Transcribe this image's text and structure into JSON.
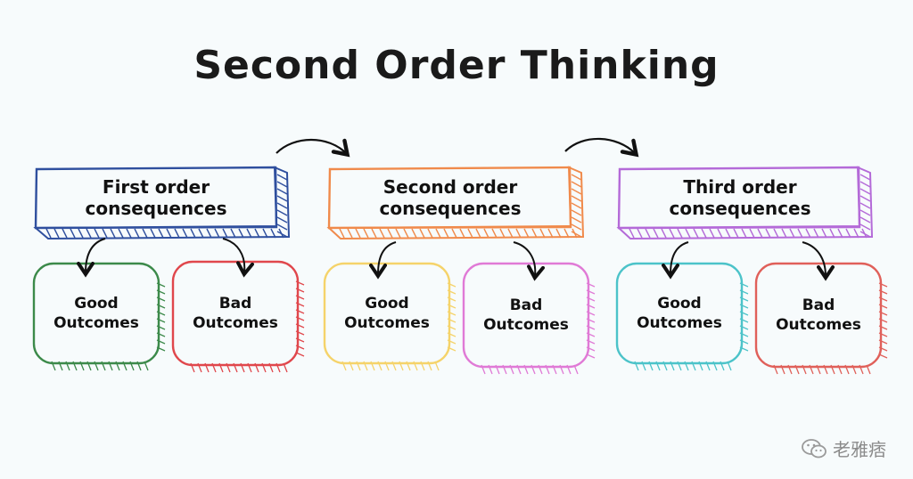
{
  "title": "Second Order Thinking",
  "stages": [
    {
      "label_line1": "First order",
      "label_line2": "consequences",
      "color": "#2f4f9e",
      "good": {
        "line1": "Good",
        "line2": "Outcomes",
        "color": "#3c8a4a"
      },
      "bad": {
        "line1": "Bad",
        "line2": "Outcomes",
        "color": "#e0474c"
      }
    },
    {
      "label_line1": "Second order",
      "label_line2": "consequences",
      "color": "#f08a4b",
      "good": {
        "line1": "Good",
        "line2": "Outcomes",
        "color": "#f5d36a"
      },
      "bad": {
        "line1": "Bad",
        "line2": "Outcomes",
        "color": "#e07ad6"
      }
    },
    {
      "label_line1": "Third order",
      "label_line2": "consequences",
      "color": "#b46ad8",
      "good": {
        "line1": "Good",
        "line2": "Outcomes",
        "color": "#4cc3c9"
      },
      "bad": {
        "line1": "Bad",
        "line2": "Outcomes",
        "color": "#e0605a"
      }
    }
  ],
  "watermark": "老雅痞"
}
